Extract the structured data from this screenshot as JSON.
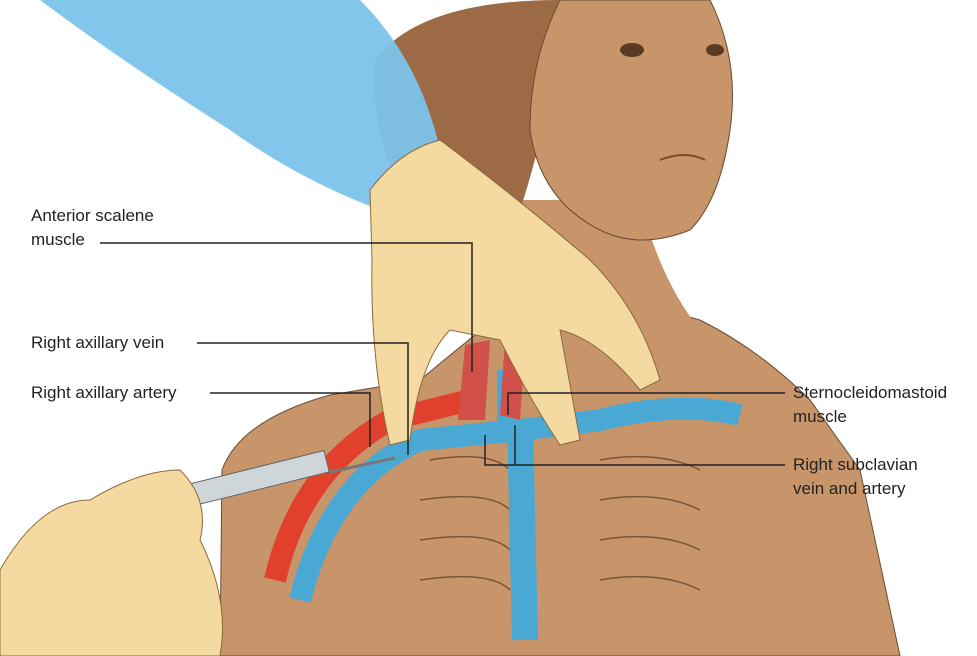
{
  "labels": {
    "anterior_scalene": [
      "Anterior scalene",
      "muscle"
    ],
    "axillary_vein": "Right axillary vein",
    "axillary_artery": "Right axillary artery",
    "sternocleidomastoid": [
      "Sternocleidomastoid",
      "muscle"
    ],
    "subclavian": [
      "Right subclavian",
      "vein and artery"
    ]
  },
  "colors": {
    "skin": "#c8956a",
    "skin_dark": "#a8734d",
    "hair": "#9c6a44",
    "glove": "#f4d9a0",
    "gown": "#7cc3ea",
    "vein": "#4aa8d4",
    "artery": "#e0402c",
    "muscle": "#d2504a",
    "line": "#222222"
  }
}
